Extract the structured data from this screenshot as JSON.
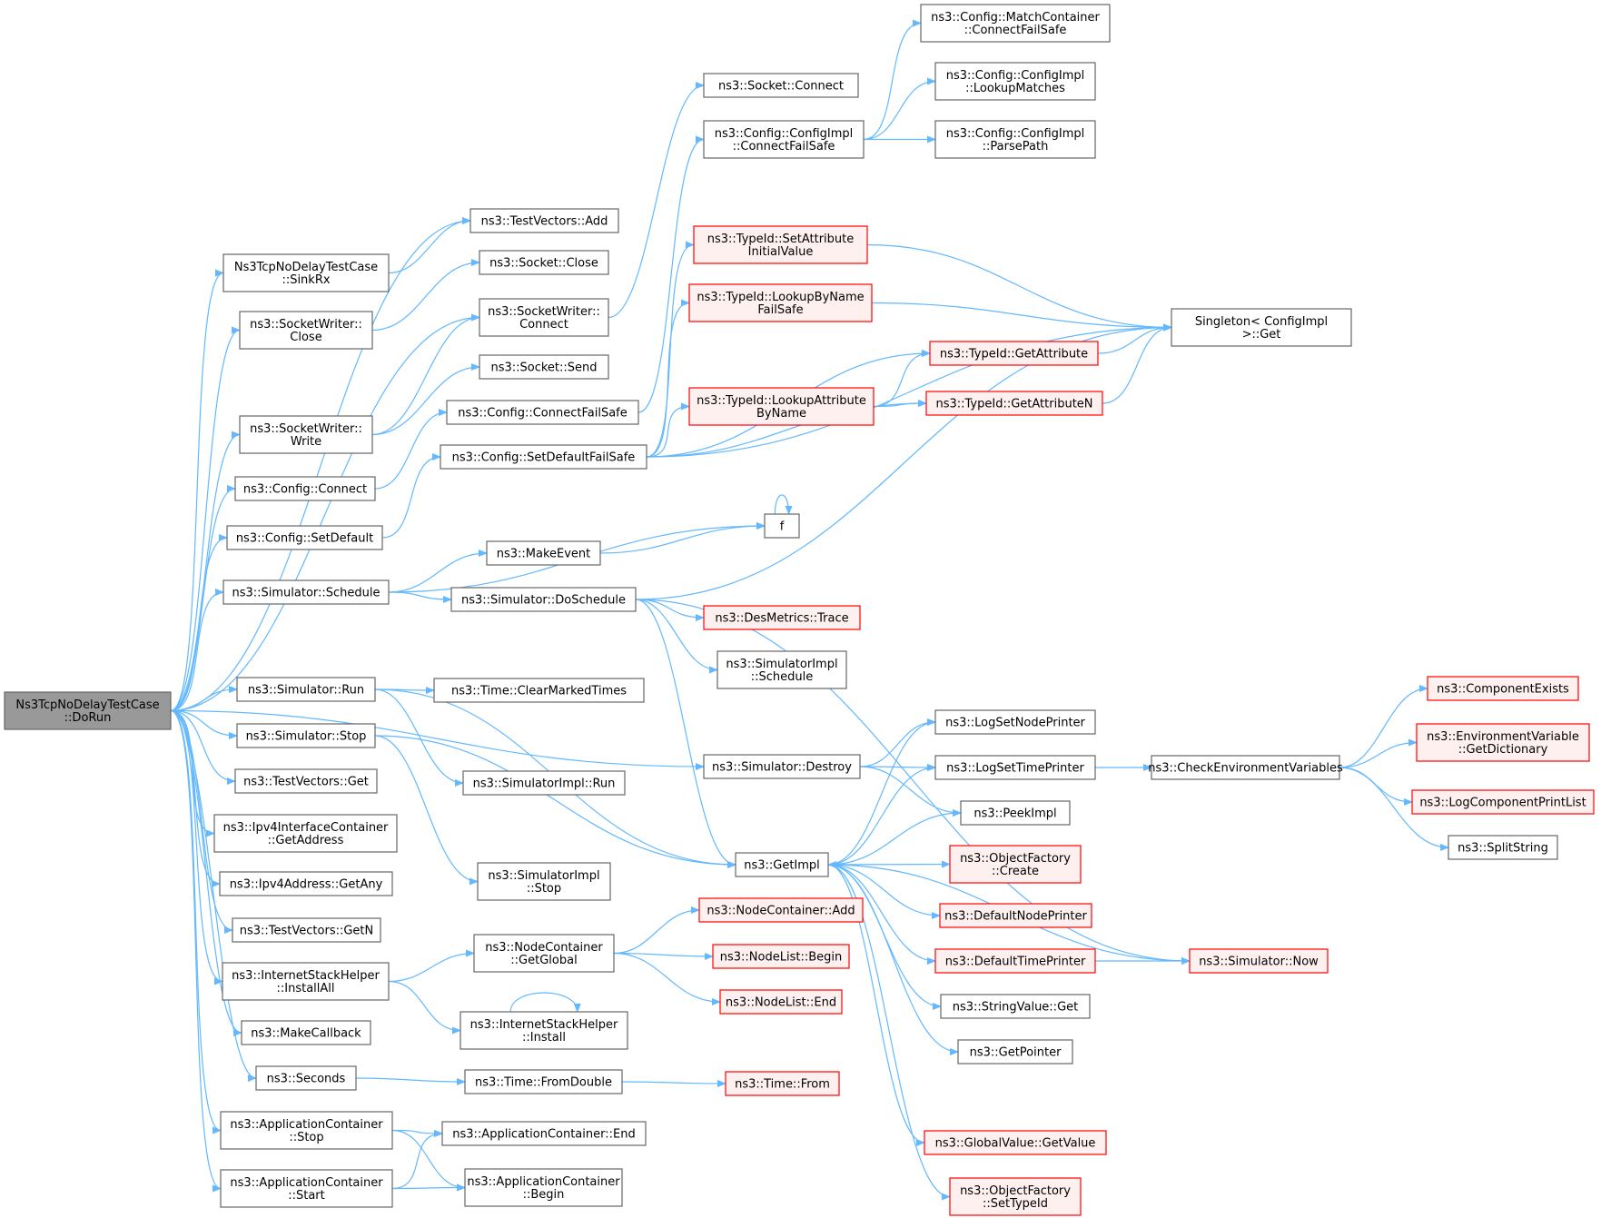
{
  "colors": {
    "edge": "#63b8ff",
    "root_fill": "#999999",
    "node_border": "#666666",
    "node_fill": "#ffffff",
    "truncated_border": "#ff0000",
    "truncated_fill": "#fff0f0"
  },
  "nodes": [
    {
      "id": "dorun",
      "lines": [
        "Ns3TcpNoDelayTestCase",
        "::DoRun"
      ],
      "kind": "root"
    },
    {
      "id": "tv_add",
      "lines": [
        "ns3::TestVectors::Add"
      ],
      "kind": "normal"
    },
    {
      "id": "sinkrx",
      "lines": [
        "Ns3TcpNoDelayTestCase",
        "::SinkRx"
      ],
      "kind": "normal"
    },
    {
      "id": "sw_close",
      "lines": [
        "ns3::SocketWriter::",
        "Close"
      ],
      "kind": "normal"
    },
    {
      "id": "sw_write",
      "lines": [
        "ns3::SocketWriter::",
        "Write"
      ],
      "kind": "normal"
    },
    {
      "id": "cfg_connect",
      "lines": [
        "ns3::Config::Connect"
      ],
      "kind": "normal"
    },
    {
      "id": "cfg_setdefault",
      "lines": [
        "ns3::Config::SetDefault"
      ],
      "kind": "normal"
    },
    {
      "id": "sim_schedule",
      "lines": [
        "ns3::Simulator::Schedule"
      ],
      "kind": "normal"
    },
    {
      "id": "sim_run",
      "lines": [
        "ns3::Simulator::Run"
      ],
      "kind": "normal"
    },
    {
      "id": "sim_stop",
      "lines": [
        "ns3::Simulator::Stop"
      ],
      "kind": "normal"
    },
    {
      "id": "tv_get",
      "lines": [
        "ns3::TestVectors::Get"
      ],
      "kind": "normal"
    },
    {
      "id": "ipv4ic_getaddr",
      "lines": [
        "ns3::Ipv4InterfaceContainer",
        "::GetAddress"
      ],
      "kind": "normal"
    },
    {
      "id": "ipv4_getany",
      "lines": [
        "ns3::Ipv4Address::GetAny"
      ],
      "kind": "normal"
    },
    {
      "id": "tv_getn",
      "lines": [
        "ns3::TestVectors::GetN"
      ],
      "kind": "normal"
    },
    {
      "id": "ish_installall",
      "lines": [
        "ns3::InternetStackHelper",
        "::InstallAll"
      ],
      "kind": "normal"
    },
    {
      "id": "makecallback",
      "lines": [
        "ns3::MakeCallback"
      ],
      "kind": "normal"
    },
    {
      "id": "seconds",
      "lines": [
        "ns3::Seconds"
      ],
      "kind": "normal"
    },
    {
      "id": "ac_stop",
      "lines": [
        "ns3::ApplicationContainer",
        "::Stop"
      ],
      "kind": "normal"
    },
    {
      "id": "ac_start",
      "lines": [
        "ns3::ApplicationContainer",
        "::Start"
      ],
      "kind": "normal"
    },
    {
      "id": "sock_close",
      "lines": [
        "ns3::Socket::Close"
      ],
      "kind": "normal"
    },
    {
      "id": "sw_connect",
      "lines": [
        "ns3::SocketWriter::",
        "Connect"
      ],
      "kind": "normal"
    },
    {
      "id": "sock_send",
      "lines": [
        "ns3::Socket::Send"
      ],
      "kind": "normal"
    },
    {
      "id": "cfg_connectfs",
      "lines": [
        "ns3::Config::ConnectFailSafe"
      ],
      "kind": "normal"
    },
    {
      "id": "cfg_setdefaultfs",
      "lines": [
        "ns3::Config::SetDefaultFailSafe"
      ],
      "kind": "normal"
    },
    {
      "id": "makeevent",
      "lines": [
        "ns3::MakeEvent"
      ],
      "kind": "normal"
    },
    {
      "id": "sim_doschedule",
      "lines": [
        "ns3::Simulator::DoSchedule"
      ],
      "kind": "normal"
    },
    {
      "id": "time_clearmarked",
      "lines": [
        "ns3::Time::ClearMarkedTimes"
      ],
      "kind": "normal"
    },
    {
      "id": "simimpl_run",
      "lines": [
        "ns3::SimulatorImpl::Run"
      ],
      "kind": "normal"
    },
    {
      "id": "simimpl_stop",
      "lines": [
        "ns3::SimulatorImpl",
        "::Stop"
      ],
      "kind": "normal"
    },
    {
      "id": "nc_getglobal",
      "lines": [
        "ns3::NodeContainer",
        "::GetGlobal"
      ],
      "kind": "normal"
    },
    {
      "id": "ish_install",
      "lines": [
        "ns3::InternetStackHelper",
        "::Install"
      ],
      "kind": "normal"
    },
    {
      "id": "time_fromdouble",
      "lines": [
        "ns3::Time::FromDouble"
      ],
      "kind": "normal"
    },
    {
      "id": "ac_end",
      "lines": [
        "ns3::ApplicationContainer::End"
      ],
      "kind": "normal"
    },
    {
      "id": "ac_begin",
      "lines": [
        "ns3::ApplicationContainer",
        "::Begin"
      ],
      "kind": "normal"
    },
    {
      "id": "sock_connect",
      "lines": [
        "ns3::Socket::Connect"
      ],
      "kind": "normal"
    },
    {
      "id": "cfgimpl_connectfs",
      "lines": [
        "ns3::Config::ConfigImpl",
        "::ConnectFailSafe"
      ],
      "kind": "normal"
    },
    {
      "id": "typeid_setattrinit",
      "lines": [
        "ns3::TypeId::SetAttribute",
        "InitialValue"
      ],
      "kind": "truncated"
    },
    {
      "id": "typeid_lookupbyname",
      "lines": [
        "ns3::TypeId::LookupByName",
        "FailSafe"
      ],
      "kind": "truncated"
    },
    {
      "id": "typeid_lookupattr",
      "lines": [
        "ns3::TypeId::LookupAttribute",
        "ByName"
      ],
      "kind": "truncated"
    },
    {
      "id": "f",
      "lines": [
        "f"
      ],
      "kind": "normal"
    },
    {
      "id": "desmetrics_trace",
      "lines": [
        "ns3::DesMetrics::Trace"
      ],
      "kind": "truncated"
    },
    {
      "id": "simimpl_schedule",
      "lines": [
        "ns3::SimulatorImpl",
        "::Schedule"
      ],
      "kind": "normal"
    },
    {
      "id": "sim_destroy",
      "lines": [
        "ns3::Simulator::Destroy"
      ],
      "kind": "normal"
    },
    {
      "id": "getimpl",
      "lines": [
        "ns3::GetImpl"
      ],
      "kind": "normal"
    },
    {
      "id": "nc_add",
      "lines": [
        "ns3::NodeContainer::Add"
      ],
      "kind": "truncated"
    },
    {
      "id": "nl_begin",
      "lines": [
        "ns3::NodeList::Begin"
      ],
      "kind": "truncated"
    },
    {
      "id": "nl_end",
      "lines": [
        "ns3::NodeList::End"
      ],
      "kind": "truncated"
    },
    {
      "id": "time_from",
      "lines": [
        "ns3::Time::From"
      ],
      "kind": "truncated"
    },
    {
      "id": "cfg_matchcontainer",
      "lines": [
        "ns3::Config::MatchContainer",
        "::ConnectFailSafe"
      ],
      "kind": "normal"
    },
    {
      "id": "cfgimpl_lookup",
      "lines": [
        "ns3::Config::ConfigImpl",
        "::LookupMatches"
      ],
      "kind": "normal"
    },
    {
      "id": "cfgimpl_parsepath",
      "lines": [
        "ns3::Config::ConfigImpl",
        "::ParsePath"
      ],
      "kind": "normal"
    },
    {
      "id": "typeid_getattr",
      "lines": [
        "ns3::TypeId::GetAttribute"
      ],
      "kind": "truncated"
    },
    {
      "id": "typeid_getattrn",
      "lines": [
        "ns3::TypeId::GetAttributeN"
      ],
      "kind": "truncated"
    },
    {
      "id": "logsetnodeprinter",
      "lines": [
        "ns3::LogSetNodePrinter"
      ],
      "kind": "normal"
    },
    {
      "id": "logsettimeprinter",
      "lines": [
        "ns3::LogSetTimePrinter"
      ],
      "kind": "normal"
    },
    {
      "id": "peekimpl",
      "lines": [
        "ns3::PeekImpl"
      ],
      "kind": "normal"
    },
    {
      "id": "objfactory_create",
      "lines": [
        "ns3::ObjectFactory",
        "::Create"
      ],
      "kind": "truncated"
    },
    {
      "id": "defaultnodeprinter",
      "lines": [
        "ns3::DefaultNodePrinter"
      ],
      "kind": "truncated"
    },
    {
      "id": "defaulttimeprinter",
      "lines": [
        "ns3::DefaultTimePrinter"
      ],
      "kind": "truncated"
    },
    {
      "id": "stringvalue_get",
      "lines": [
        "ns3::StringValue::Get"
      ],
      "kind": "normal"
    },
    {
      "id": "getpointer",
      "lines": [
        "ns3::GetPointer"
      ],
      "kind": "normal"
    },
    {
      "id": "globalvalue_getvalue",
      "lines": [
        "ns3::GlobalValue::GetValue"
      ],
      "kind": "truncated"
    },
    {
      "id": "objfactory_settypeid",
      "lines": [
        "ns3::ObjectFactory",
        "::SetTypeId"
      ],
      "kind": "truncated"
    },
    {
      "id": "singleton_get",
      "lines": [
        "Singleton< ConfigImpl",
        ">::Get"
      ],
      "kind": "normal"
    },
    {
      "id": "checkenv",
      "lines": [
        "ns3::CheckEnvironmentVariables"
      ],
      "kind": "normal"
    },
    {
      "id": "sim_now",
      "lines": [
        "ns3::Simulator::Now"
      ],
      "kind": "truncated"
    },
    {
      "id": "componentexists",
      "lines": [
        "ns3::ComponentExists"
      ],
      "kind": "truncated"
    },
    {
      "id": "envvar_getdict",
      "lines": [
        "ns3::EnvironmentVariable",
        "::GetDictionary"
      ],
      "kind": "truncated"
    },
    {
      "id": "logcomponentprintlist",
      "lines": [
        "ns3::LogComponentPrintList"
      ],
      "kind": "truncated"
    },
    {
      "id": "splitstring",
      "lines": [
        "ns3::SplitString"
      ],
      "kind": "normal"
    }
  ],
  "edges": [
    [
      "dorun",
      "tv_add"
    ],
    [
      "dorun",
      "sinkrx"
    ],
    [
      "dorun",
      "sw_close"
    ],
    [
      "dorun",
      "sw_connect"
    ],
    [
      "dorun",
      "sw_write"
    ],
    [
      "dorun",
      "cfg_connect"
    ],
    [
      "dorun",
      "cfg_setdefault"
    ],
    [
      "dorun",
      "sim_schedule"
    ],
    [
      "dorun",
      "sim_destroy"
    ],
    [
      "dorun",
      "sim_run"
    ],
    [
      "dorun",
      "sim_stop"
    ],
    [
      "dorun",
      "tv_get"
    ],
    [
      "dorun",
      "ipv4ic_getaddr"
    ],
    [
      "dorun",
      "ipv4_getany"
    ],
    [
      "dorun",
      "tv_getn"
    ],
    [
      "dorun",
      "ish_installall"
    ],
    [
      "dorun",
      "makecallback"
    ],
    [
      "dorun",
      "seconds"
    ],
    [
      "dorun",
      "ac_stop"
    ],
    [
      "dorun",
      "ac_start"
    ],
    [
      "sinkrx",
      "tv_add"
    ],
    [
      "sw_close",
      "sock_close"
    ],
    [
      "sw_write",
      "sw_connect"
    ],
    [
      "sw_write",
      "sock_send"
    ],
    [
      "sw_connect",
      "sock_connect"
    ],
    [
      "cfg_connect",
      "cfg_connectfs"
    ],
    [
      "cfg_setdefault",
      "cfg_setdefaultfs"
    ],
    [
      "cfg_connectfs",
      "cfgimpl_connectfs"
    ],
    [
      "cfgimpl_connectfs",
      "cfg_matchcontainer"
    ],
    [
      "cfgimpl_connectfs",
      "cfgimpl_lookup"
    ],
    [
      "cfgimpl_connectfs",
      "cfgimpl_parsepath"
    ],
    [
      "cfg_setdefaultfs",
      "singleton_get"
    ],
    [
      "cfg_setdefaultfs",
      "typeid_setattrinit"
    ],
    [
      "cfg_setdefaultfs",
      "typeid_lookupbyname"
    ],
    [
      "cfg_setdefaultfs",
      "typeid_getattr"
    ],
    [
      "cfg_setdefaultfs",
      "typeid_lookupattr"
    ],
    [
      "cfg_setdefaultfs",
      "typeid_getattrn"
    ],
    [
      "typeid_setattrinit",
      "singleton_get"
    ],
    [
      "typeid_lookupbyname",
      "singleton_get"
    ],
    [
      "typeid_getattr",
      "singleton_get"
    ],
    [
      "typeid_getattrn",
      "singleton_get"
    ],
    [
      "typeid_lookupattr",
      "typeid_getattr"
    ],
    [
      "typeid_lookupattr",
      "typeid_getattrn"
    ],
    [
      "sim_schedule",
      "f"
    ],
    [
      "sim_schedule",
      "makeevent"
    ],
    [
      "sim_schedule",
      "sim_doschedule"
    ],
    [
      "makeevent",
      "f"
    ],
    [
      "f",
      "f"
    ],
    [
      "sim_doschedule",
      "singleton_get"
    ],
    [
      "sim_doschedule",
      "desmetrics_trace"
    ],
    [
      "sim_doschedule",
      "simimpl_schedule"
    ],
    [
      "sim_doschedule",
      "getimpl"
    ],
    [
      "sim_doschedule",
      "sim_now"
    ],
    [
      "sim_run",
      "time_clearmarked"
    ],
    [
      "sim_run",
      "simimpl_run"
    ],
    [
      "sim_run",
      "getimpl"
    ],
    [
      "sim_stop",
      "simimpl_stop"
    ],
    [
      "sim_stop",
      "getimpl"
    ],
    [
      "sim_destroy",
      "logsetnodeprinter"
    ],
    [
      "sim_destroy",
      "logsettimeprinter"
    ],
    [
      "sim_destroy",
      "peekimpl"
    ],
    [
      "getimpl",
      "logsetnodeprinter"
    ],
    [
      "getimpl",
      "logsettimeprinter"
    ],
    [
      "getimpl",
      "peekimpl"
    ],
    [
      "getimpl",
      "objfactory_create"
    ],
    [
      "getimpl",
      "defaultnodeprinter"
    ],
    [
      "getimpl",
      "defaulttimeprinter"
    ],
    [
      "getimpl",
      "stringvalue_get"
    ],
    [
      "getimpl",
      "getpointer"
    ],
    [
      "getimpl",
      "globalvalue_getvalue"
    ],
    [
      "getimpl",
      "objfactory_settypeid"
    ],
    [
      "sim_now",
      "getimpl"
    ],
    [
      "logsettimeprinter",
      "checkenv"
    ],
    [
      "defaulttimeprinter",
      "sim_now"
    ],
    [
      "checkenv",
      "componentexists"
    ],
    [
      "checkenv",
      "envvar_getdict"
    ],
    [
      "checkenv",
      "logcomponentprintlist"
    ],
    [
      "checkenv",
      "splitstring"
    ],
    [
      "ish_installall",
      "nc_getglobal"
    ],
    [
      "ish_installall",
      "ish_install"
    ],
    [
      "ish_install",
      "ish_install"
    ],
    [
      "nc_getglobal",
      "nc_add"
    ],
    [
      "nc_getglobal",
      "nl_begin"
    ],
    [
      "nc_getglobal",
      "nl_end"
    ],
    [
      "seconds",
      "time_fromdouble"
    ],
    [
      "time_fromdouble",
      "time_from"
    ],
    [
      "ac_stop",
      "ac_end"
    ],
    [
      "ac_stop",
      "ac_begin"
    ],
    [
      "ac_start",
      "ac_end"
    ],
    [
      "ac_start",
      "ac_begin"
    ]
  ]
}
